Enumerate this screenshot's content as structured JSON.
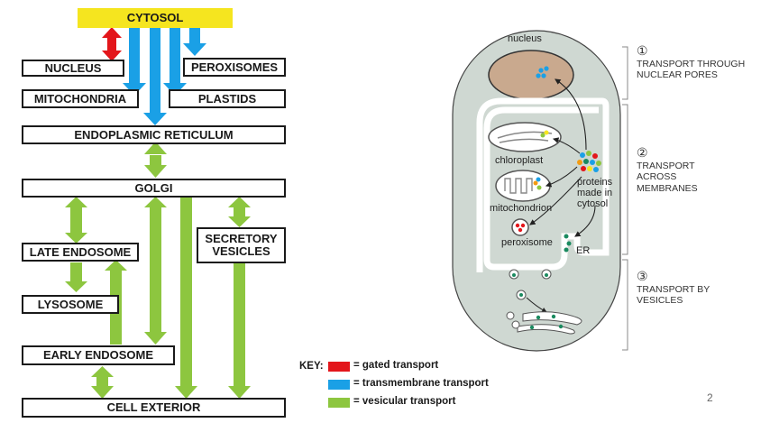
{
  "boxes": {
    "cytosol": "CYTOSOL",
    "nucleus": "NUCLEUS",
    "peroxisomes": "PEROXISOMES",
    "mitochondria": "MITOCHONDRIA",
    "plastids": "PLASTIDS",
    "er": "ENDOPLASMIC RETICULUM",
    "golgi": "GOLGI",
    "late_endosome": "LATE ENDOSOME",
    "secretory_vesicles_1": "SECRETORY",
    "secretory_vesicles_2": "VESICLES",
    "lysosome": "LYSOSOME",
    "early_endosome": "EARLY ENDOSOME",
    "cell_exterior": "CELL EXTERIOR"
  },
  "key": {
    "title": "KEY:",
    "gated": "= gated transport",
    "transmembrane": "= transmembrane transport",
    "vesicular": "= vesicular transport"
  },
  "colors": {
    "gated": "#e3161b",
    "transmembrane": "#1aa0e6",
    "vesicular": "#8dc63f",
    "cytosol_fill": "#f5e51f",
    "cell_fill": "#cfd8d2",
    "nucleus_fill": "#c9a98e"
  },
  "cell_labels": {
    "nucleus": "nucleus",
    "chloroplast": "chloroplast",
    "mitochondrion": "mitochondrion",
    "peroxisome": "peroxisome",
    "er": "ER",
    "proteins_1": "proteins",
    "proteins_2": "made in",
    "proteins_3": "cytosol"
  },
  "steps": [
    {
      "num": "①",
      "line1": "TRANSPORT THROUGH",
      "line2": "NUCLEAR PORES",
      "line3": ""
    },
    {
      "num": "②",
      "line1": "TRANSPORT",
      "line2": "ACROSS",
      "line3": "MEMBRANES"
    },
    {
      "num": "③",
      "line1": "TRANSPORT BY",
      "line2": "VESICLES",
      "line3": ""
    }
  ],
  "page_number": "2"
}
